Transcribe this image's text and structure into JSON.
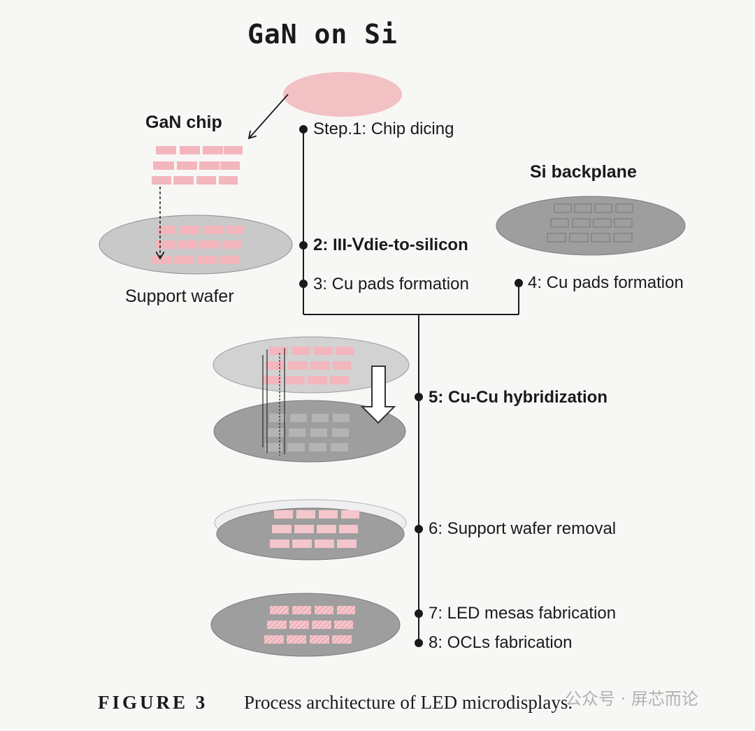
{
  "title": "GaN on Si",
  "labels": {
    "gan_chip": "GaN chip",
    "support_wafer": "Support wafer",
    "si_backplane": "Si backplane"
  },
  "steps": {
    "s1": "Step.1: Chip dicing",
    "s2": "2: III-Ⅴdie-to-silicon",
    "s3": "3: Cu pads formation",
    "s4": "4: Cu pads formation",
    "s5": "5: Cu-Cu hybridization",
    "s6": "6: Support wafer removal",
    "s7": "7: LED mesas fabrication",
    "s8": "8: OCLs fabrication"
  },
  "figure": {
    "number": "FIGURE 3",
    "caption": "Process architecture of LED microdisplays."
  },
  "watermark": "公众号 · 屏芯而论",
  "colors": {
    "pink_wafer": "#f2c1c3",
    "pink_chip": "#f3b6bd",
    "grey_wafer_light": "#c9c9c9",
    "grey_wafer_dark": "#9e9e9e",
    "line": "#1a1a1a"
  }
}
